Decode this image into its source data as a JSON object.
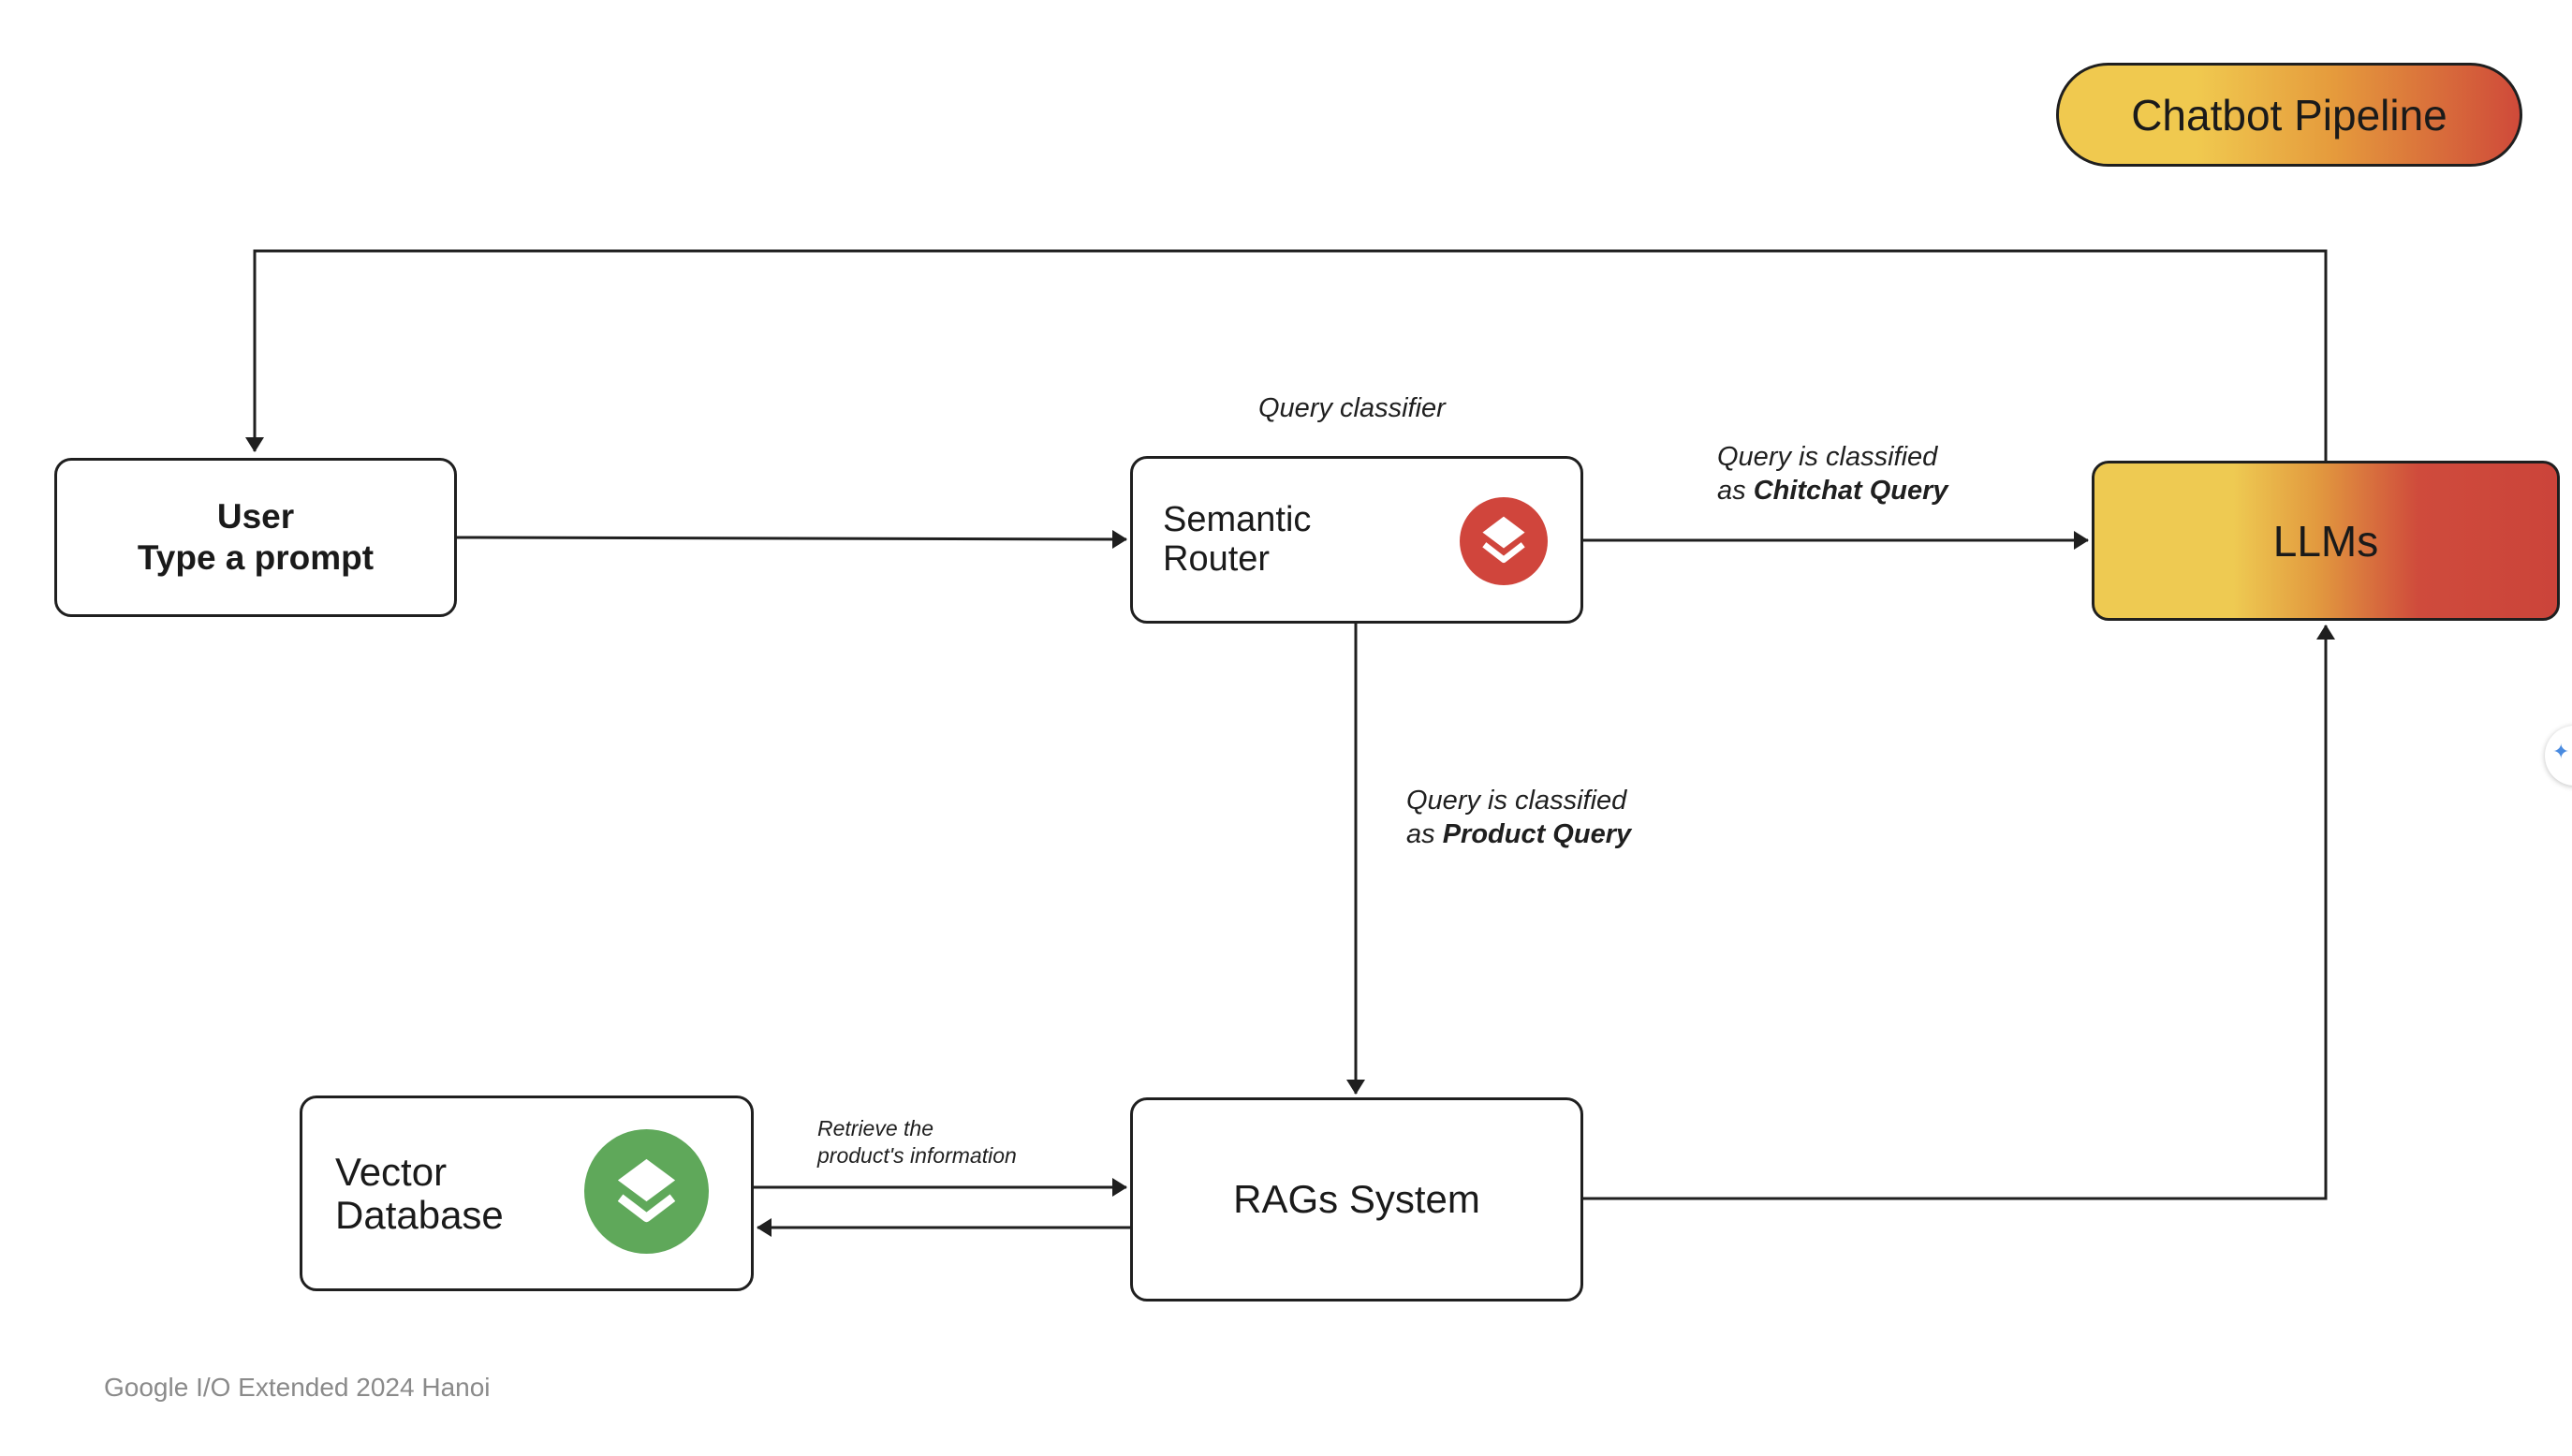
{
  "badge": {
    "label": "Chatbot Pipeline"
  },
  "nodes": {
    "user": {
      "line1": "User",
      "line2": "Type a prompt"
    },
    "router": {
      "line1": "Semantic",
      "line2": "Router",
      "icon": "layers-icon",
      "icon_color": "#d0453c"
    },
    "llms": {
      "label": "LLMs"
    },
    "rags": {
      "label": "RAGs System"
    },
    "vector": {
      "line1": "Vector",
      "line2": "Database",
      "icon": "layers-icon",
      "icon_color": "#5fa85a"
    }
  },
  "annotations": {
    "query_classifier": "Query classifier",
    "chitchat": {
      "line1": "Query is classified",
      "prefix": "as ",
      "emph": "Chitchat Query"
    },
    "product": {
      "line1": "Query is classified",
      "prefix": "as ",
      "emph": "Product Query"
    },
    "retrieve": {
      "line1": "Retrieve the",
      "line2": "product's information"
    }
  },
  "footer": "Google I/O Extended 2024 Hanoi",
  "colors": {
    "line": "#1f1f1f",
    "gradient_start": "#eeca52",
    "gradient_end": "#cb443a"
  }
}
